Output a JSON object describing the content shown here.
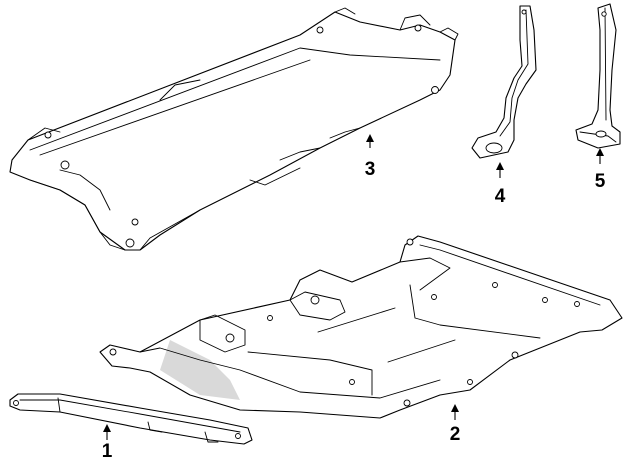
{
  "callouts": [
    {
      "id": "1",
      "label": "1"
    },
    {
      "id": "2",
      "label": "2"
    },
    {
      "id": "3",
      "label": "3"
    },
    {
      "id": "4",
      "label": "4"
    },
    {
      "id": "5",
      "label": "5"
    }
  ],
  "colors": {
    "line": "#000000",
    "background": "#ffffff",
    "shading": "#d9d9d9"
  }
}
